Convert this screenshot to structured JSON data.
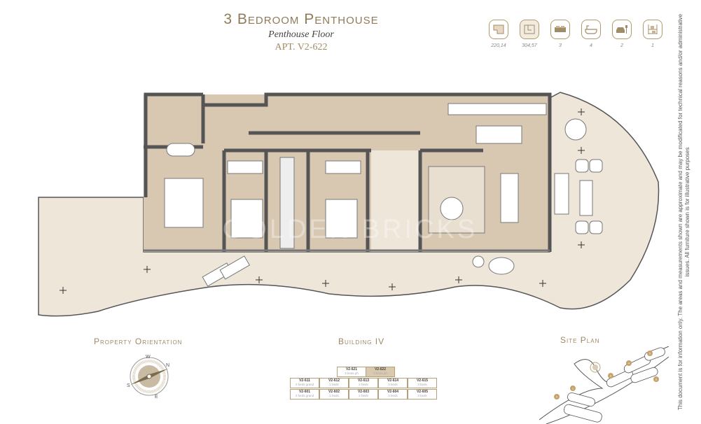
{
  "header": {
    "title": "3 Bedroom Penthouse",
    "subtitle": "Penthouse Floor",
    "apartment": "APT. V2-622"
  },
  "features": [
    {
      "icon": "interior-area-icon",
      "value": "220,14"
    },
    {
      "icon": "total-area-icon",
      "value": "304,57"
    },
    {
      "icon": "bed-icon",
      "value": "3"
    },
    {
      "icon": "bathtub-icon",
      "value": "4"
    },
    {
      "icon": "car-parking-icon",
      "value": "2"
    },
    {
      "icon": "storage-icon",
      "value": "1"
    }
  ],
  "sections": {
    "orientation": "Property Orientation",
    "building": "Building IV",
    "site_plan": "Site Plan"
  },
  "compass": {
    "n": "N",
    "s": "S",
    "e": "E",
    "w": "W"
  },
  "building_table": {
    "top": [
      {
        "unit": "V2-621",
        "type": "3 beds ph",
        "highlight": false
      },
      {
        "unit": "V2-622",
        "type": "3 beds ph",
        "highlight": true
      }
    ],
    "rows": [
      [
        {
          "unit": "V2-611",
          "type": "2 beds grand"
        },
        {
          "unit": "V2-612",
          "type": "2 beds"
        },
        {
          "unit": "V2-613",
          "type": "2 beds"
        },
        {
          "unit": "V2-614",
          "type": "2 beds"
        },
        {
          "unit": "V2-615",
          "type": "3 beds"
        }
      ],
      [
        {
          "unit": "V2-601",
          "type": "2 beds grand"
        },
        {
          "unit": "V2-602",
          "type": "2 beds"
        },
        {
          "unit": "V2-603",
          "type": "2 beds"
        },
        {
          "unit": "V2-604",
          "type": "2 beds"
        },
        {
          "unit": "V2-605",
          "type": "3 beds"
        }
      ]
    ]
  },
  "site_plan_markers": [
    "1",
    "2",
    "3",
    "4",
    "5",
    "6"
  ],
  "watermark": "GOLDEN BRICKS",
  "disclaimer": "This document is for information only. The areas and measurements shown are approximate and may be modificated for technical reasons and/or administrative issues. All furniture shown is for illustrative purposes",
  "colors": {
    "gold": "#9c8864",
    "terrace": "#efe6da",
    "interior": "#d8c8b2",
    "wall": "#555555",
    "highlight": "#d9c9ae"
  }
}
